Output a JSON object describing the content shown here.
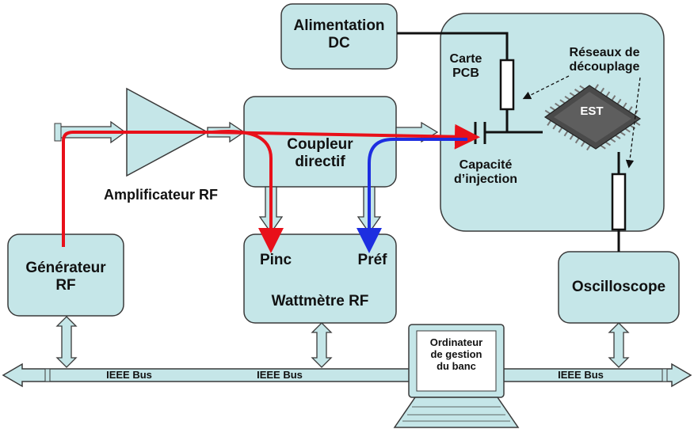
{
  "colors": {
    "box_fill": "#c5e6e8",
    "box_stroke": "#3a3a3a",
    "signal_red": "#e8101a",
    "signal_blue": "#1d2ee0",
    "wire": "#111111",
    "chip": "#555555"
  },
  "blocks": {
    "alimentation": {
      "line1": "Alimentation",
      "line2": "DC"
    },
    "coupleur": {
      "line1": "Coupleur",
      "line2": "directif"
    },
    "generateur": {
      "line1": "Générateur",
      "line2": "RF"
    },
    "wattmetre": {
      "title": "Wattmètre RF",
      "pinc": "Pinc",
      "pref": "Préf"
    },
    "oscilloscope": {
      "label": "Oscilloscope"
    },
    "ordinateur": {
      "line1": "Ordinateur",
      "line2": "de gestion",
      "line3": "du banc"
    }
  },
  "labels": {
    "amplificateur": "Amplificateur RF",
    "carte_pcb_1": "Carte",
    "carte_pcb_2": "PCB",
    "reseaux_1": "Réseaux de",
    "reseaux_2": "découplage",
    "capacite_1": "Capacité",
    "capacite_2": "d’injection",
    "est": "EST"
  },
  "bus": {
    "label_1": "IEEE Bus",
    "label_2": "IEEE Bus",
    "label_3": "IEEE Bus"
  }
}
